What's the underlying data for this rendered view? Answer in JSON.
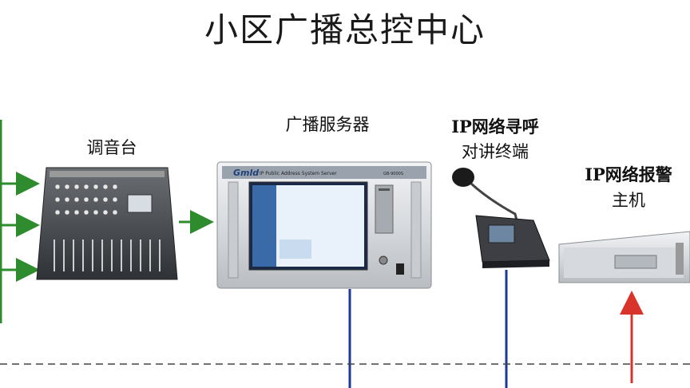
{
  "title": "小区广播总控中心",
  "devices": {
    "mixer": {
      "label": "调音台"
    },
    "server": {
      "label": "广播服务器",
      "brand": "Gmld",
      "subtitle": "IP Public Address System Server",
      "model": "GB-9000S"
    },
    "terminal": {
      "label_line1": "IP网络寻呼",
      "label_line2": "对讲终端"
    },
    "alarm": {
      "label_line1": "IP网络报警",
      "label_line2": "主机"
    }
  },
  "colors": {
    "green_arrow": "#2e8b2e",
    "blue_line": "#1f3a93",
    "red_arrow": "#d9342b",
    "dashed_line": "#444444"
  },
  "icons": [
    "mixer-device",
    "server-rack",
    "microphone-terminal",
    "alarm-host"
  ]
}
